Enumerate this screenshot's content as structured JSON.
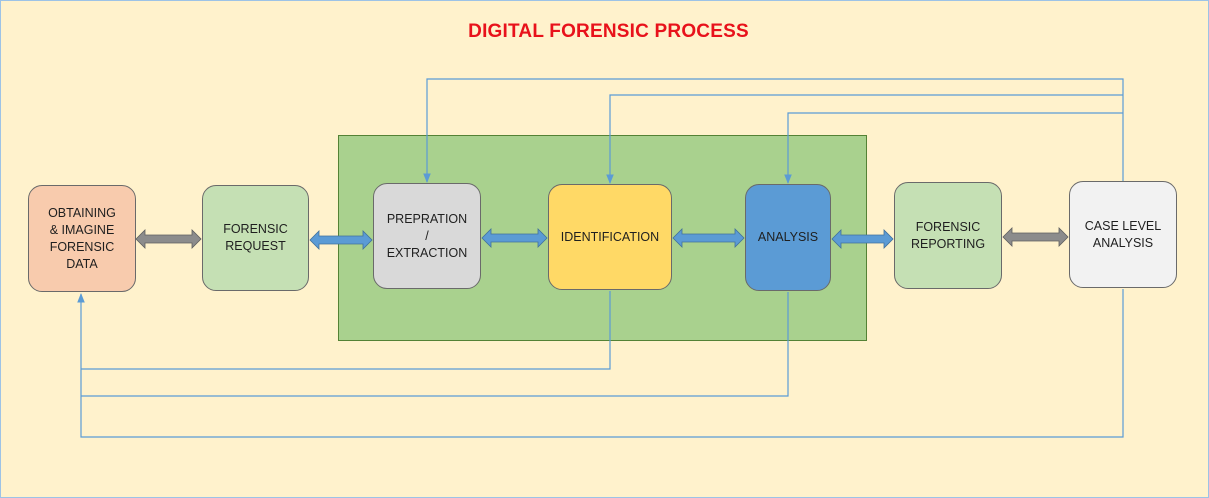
{
  "diagram": {
    "title": "DIGITAL FORENSIC PROCESS",
    "nodes": {
      "obtaining": "OBTAINING\n& IMAGINE\nFORENSIC\nDATA",
      "request": "FORENSIC\nREQUEST",
      "preparation": "PREPRATION\n/\nEXTRACTION",
      "identification": "IDENTIFICATION",
      "analysis": "ANALYSIS",
      "reporting": "FORENSIC\nREPORTING",
      "case_level": "CASE LEVEL\nANALYSIS"
    },
    "colors": {
      "background": "#fff2cc",
      "title": "#e8121b",
      "group": "#a9d18e",
      "connector": "#5b9bd5",
      "arrow_gray": "#7f7f7f",
      "arrow_blue": "#5b9bd5"
    }
  }
}
